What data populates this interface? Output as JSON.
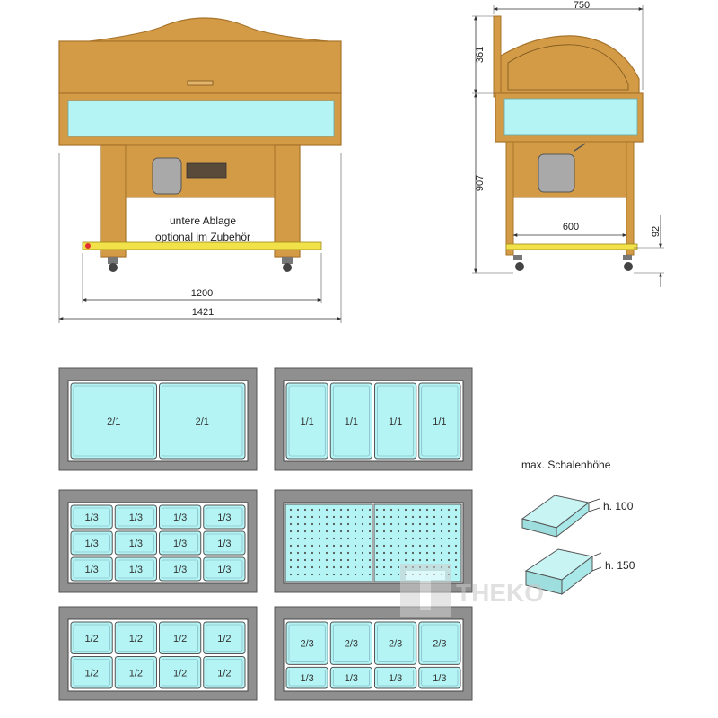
{
  "colors": {
    "wood": "#d49b46",
    "wood_dark": "#a8742c",
    "glass": "#b4f4f4",
    "frame_gray": "#8f8f8f",
    "pan_fill": "#b4f4f4",
    "shelf_yellow": "#f2e24a",
    "line": "#333333"
  },
  "front_view": {
    "shelf_label_line1": "untere Ablage",
    "shelf_label_line2": "optional im Zubehör",
    "dim_inner_width": "1200",
    "dim_total_width": "1421"
  },
  "side_view": {
    "dim_depth": "750",
    "dim_top_height": "361",
    "dim_body_height": "907",
    "dim_shelf_width": "600",
    "dim_shelf_height": "92"
  },
  "pan_layouts": [
    {
      "rows": [
        [
          "2/1",
          "2/1"
        ]
      ]
    },
    {
      "rows": [
        [
          "1/1",
          "1/1",
          "1/1",
          "1/1"
        ]
      ]
    },
    {
      "rows": [
        [
          "1/3",
          "1/3",
          "1/3",
          "1/3"
        ],
        [
          "1/3",
          "1/3",
          "1/3",
          "1/3"
        ],
        [
          "1/3",
          "1/3",
          "1/3",
          "1/3"
        ]
      ]
    },
    {
      "rows": []
    },
    {
      "rows": [
        [
          "1/2",
          "1/2",
          "1/2",
          "1/2"
        ],
        [
          "1/2",
          "1/2",
          "1/2",
          "1/2"
        ]
      ]
    },
    {
      "rows": [
        [
          "2/3",
          "2/3",
          "2/3",
          "2/3"
        ],
        [
          "1/3",
          "1/3",
          "1/3",
          "1/3"
        ]
      ]
    }
  ],
  "pan_height": {
    "title": "max. Schalenhöhe",
    "option_1": "h. 100",
    "option_2": "h. 150"
  },
  "watermark": "THEKO"
}
